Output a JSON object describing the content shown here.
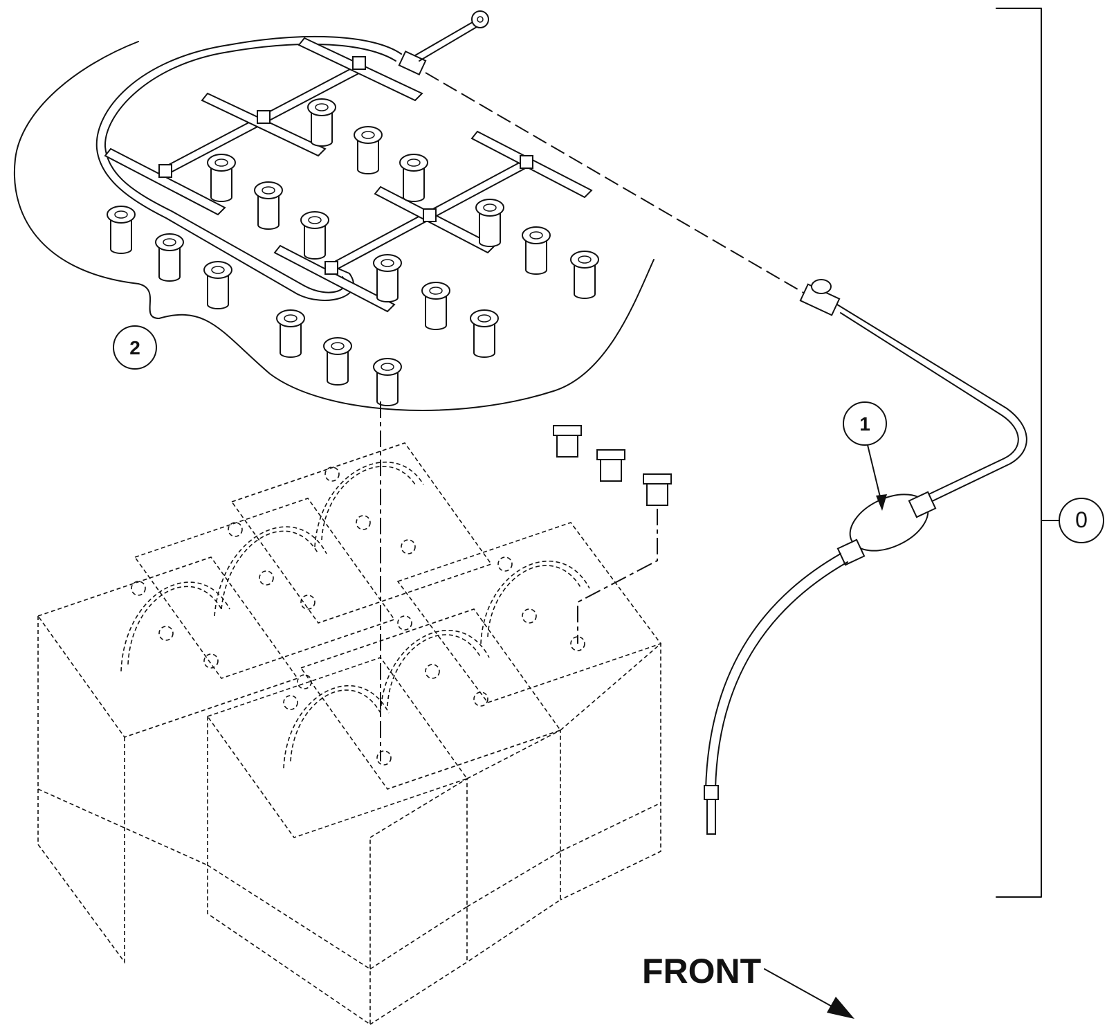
{
  "callouts": {
    "assembly": "0",
    "pump_bulb": "1",
    "watering_manifold": "2"
  },
  "direction_label": "FRONT",
  "colors": {
    "line": "#111111",
    "background": "#ffffff"
  }
}
